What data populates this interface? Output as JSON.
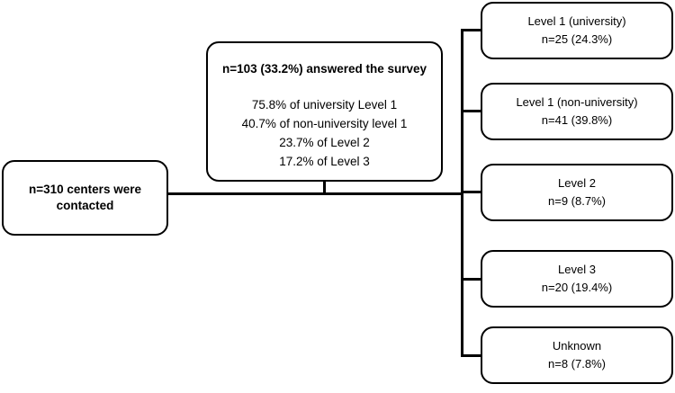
{
  "diagram": {
    "type": "flowchart",
    "title": "Survey response flow diagram",
    "stroke_color": "#000000",
    "background_color": "#ffffff",
    "text_color": "#000000"
  },
  "source_node": {
    "lines": [
      "n=310 centers were",
      "contacted"
    ]
  },
  "survey_node": {
    "headline": "n=103 (33.2%) answered the survey",
    "details": [
      "75.8% of university Level 1",
      "40.7% of non-university level 1",
      "23.7% of Level 2",
      "17.2% of Level 3"
    ]
  },
  "outcomes": [
    {
      "label": "Level 1 (university)",
      "count": "n=25 (24.3%)"
    },
    {
      "label": "Level 1 (non-university)",
      "count": "n=41 (39.8%)"
    },
    {
      "label": "Level 2",
      "count": "n=9 (8.7%)"
    },
    {
      "label": "Level 3",
      "count": "n=20 (19.4%)"
    },
    {
      "label": "Unknown",
      "count": "n=8 (7.8%)"
    }
  ]
}
